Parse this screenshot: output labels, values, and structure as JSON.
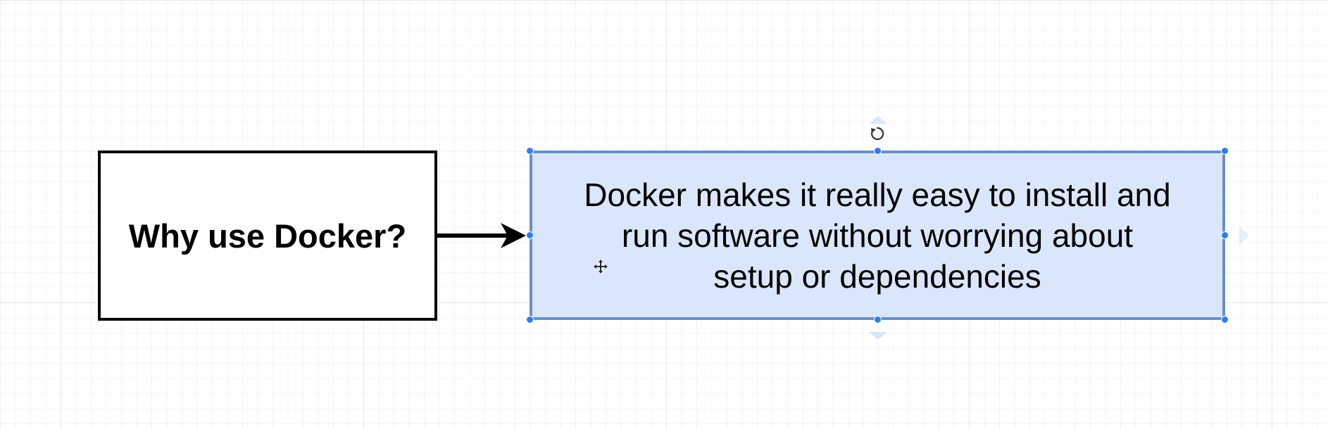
{
  "diagram": {
    "question_label": "Why use Docker?",
    "answer_lines": [
      "Docker makes it really easy to install and",
      "run software without worrying about",
      "setup or dependencies"
    ]
  },
  "selection": {
    "handle_color": "#2f7ef0",
    "fill_color": "#dae7fb",
    "border_color": "#6a8fc8"
  },
  "icons": {
    "rotate": "rotate-icon",
    "move": "move-cursor-icon"
  }
}
